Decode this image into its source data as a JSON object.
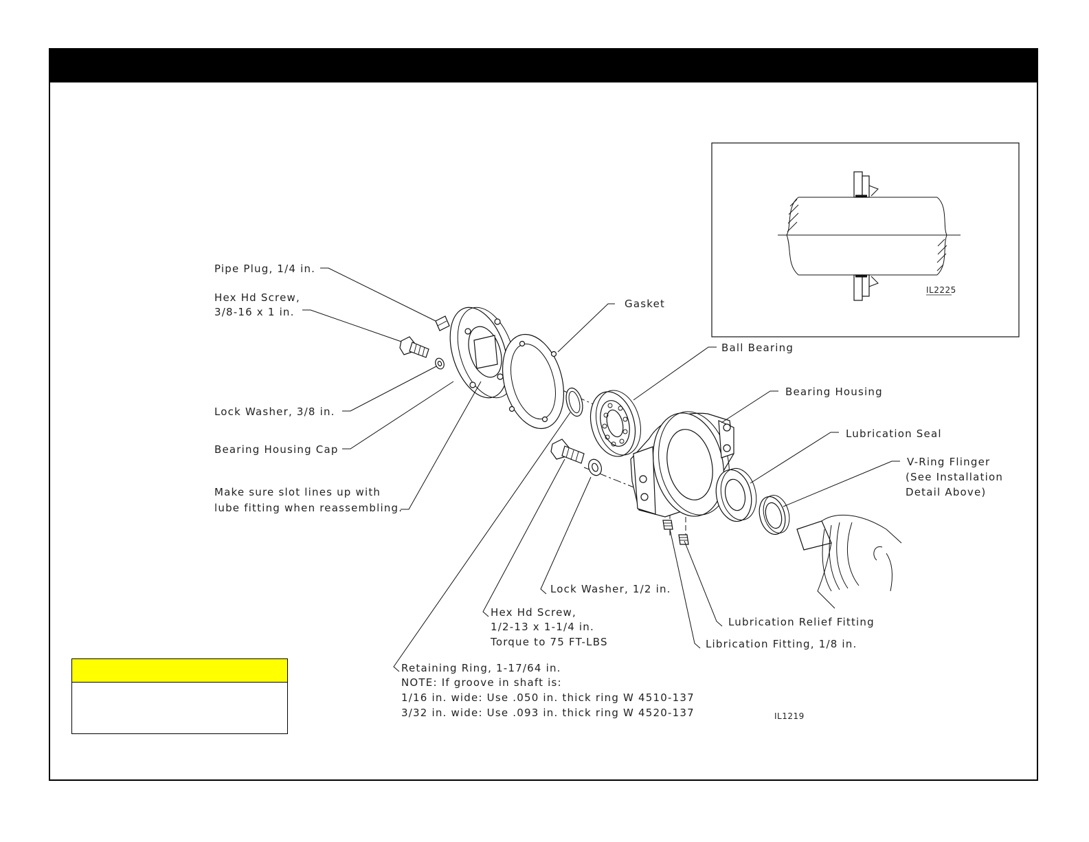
{
  "colors": {
    "title_bar": "#000000",
    "caution_header": "#FFFF00",
    "line": "#111111"
  },
  "diagram_id": "IL1219",
  "detail": {
    "id": "IL2225"
  },
  "labels": {
    "pipe_plug": "Pipe Plug, 1/4 in.",
    "hex_screw_1": [
      "Hex Hd Screw,",
      "3/8-16 x 1 in."
    ],
    "lock_washer_38": "Lock Washer, 3/8 in.",
    "bearing_housing_cap": "Bearing Housing Cap",
    "slot_note": [
      "Make sure slot lines up with",
      "lube fitting when reassembling."
    ],
    "gasket": "Gasket",
    "ball_bearing": "Ball Bearing",
    "bearing_housing": "Bearing Housing",
    "lubrication_seal": "Lubrication Seal",
    "v_ring_flinger": [
      "V-Ring Flinger",
      "(See Installation",
      "Detail Above)"
    ],
    "lock_washer_12": "Lock Washer, 1/2 in.",
    "hex_screw_2": [
      "Hex Hd Screw,",
      "1/2-13 x 1-1/4 in.",
      "Torque to 75 FT-LBS"
    ],
    "relief_fitting": "Lubrication Relief Fitting",
    "lube_fitting": "Librication Fitting, 1/8 in.",
    "retaining_ring": [
      "Retaining Ring, 1-17/64 in.",
      "NOTE: If groove in shaft is:",
      "1/16 in. wide: Use .050 in. thick ring W 4510-137",
      "3/32 in. wide: Use .093 in. thick ring W 4520-137"
    ]
  }
}
